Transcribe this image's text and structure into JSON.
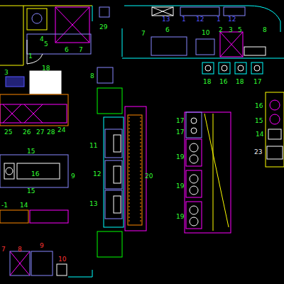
{
  "diagram": {
    "labels": [
      "13",
      "1",
      "12",
      "1",
      "12",
      "29",
      "6",
      "10",
      "2",
      "3",
      "5",
      "8",
      "7",
      "1",
      "4",
      "5",
      "6",
      "7",
      "3",
      "18",
      "8",
      "18",
      "16",
      "18",
      "17",
      "16",
      "15",
      "14",
      "23",
      "25",
      "26",
      "27",
      "28",
      "24",
      "17",
      "17",
      "19",
      "19",
      "19",
      "11",
      "12",
      "13",
      "20",
      "15",
      "16",
      "9",
      "15",
      "-1",
      "14",
      "7",
      "8",
      "9",
      "10"
    ]
  }
}
